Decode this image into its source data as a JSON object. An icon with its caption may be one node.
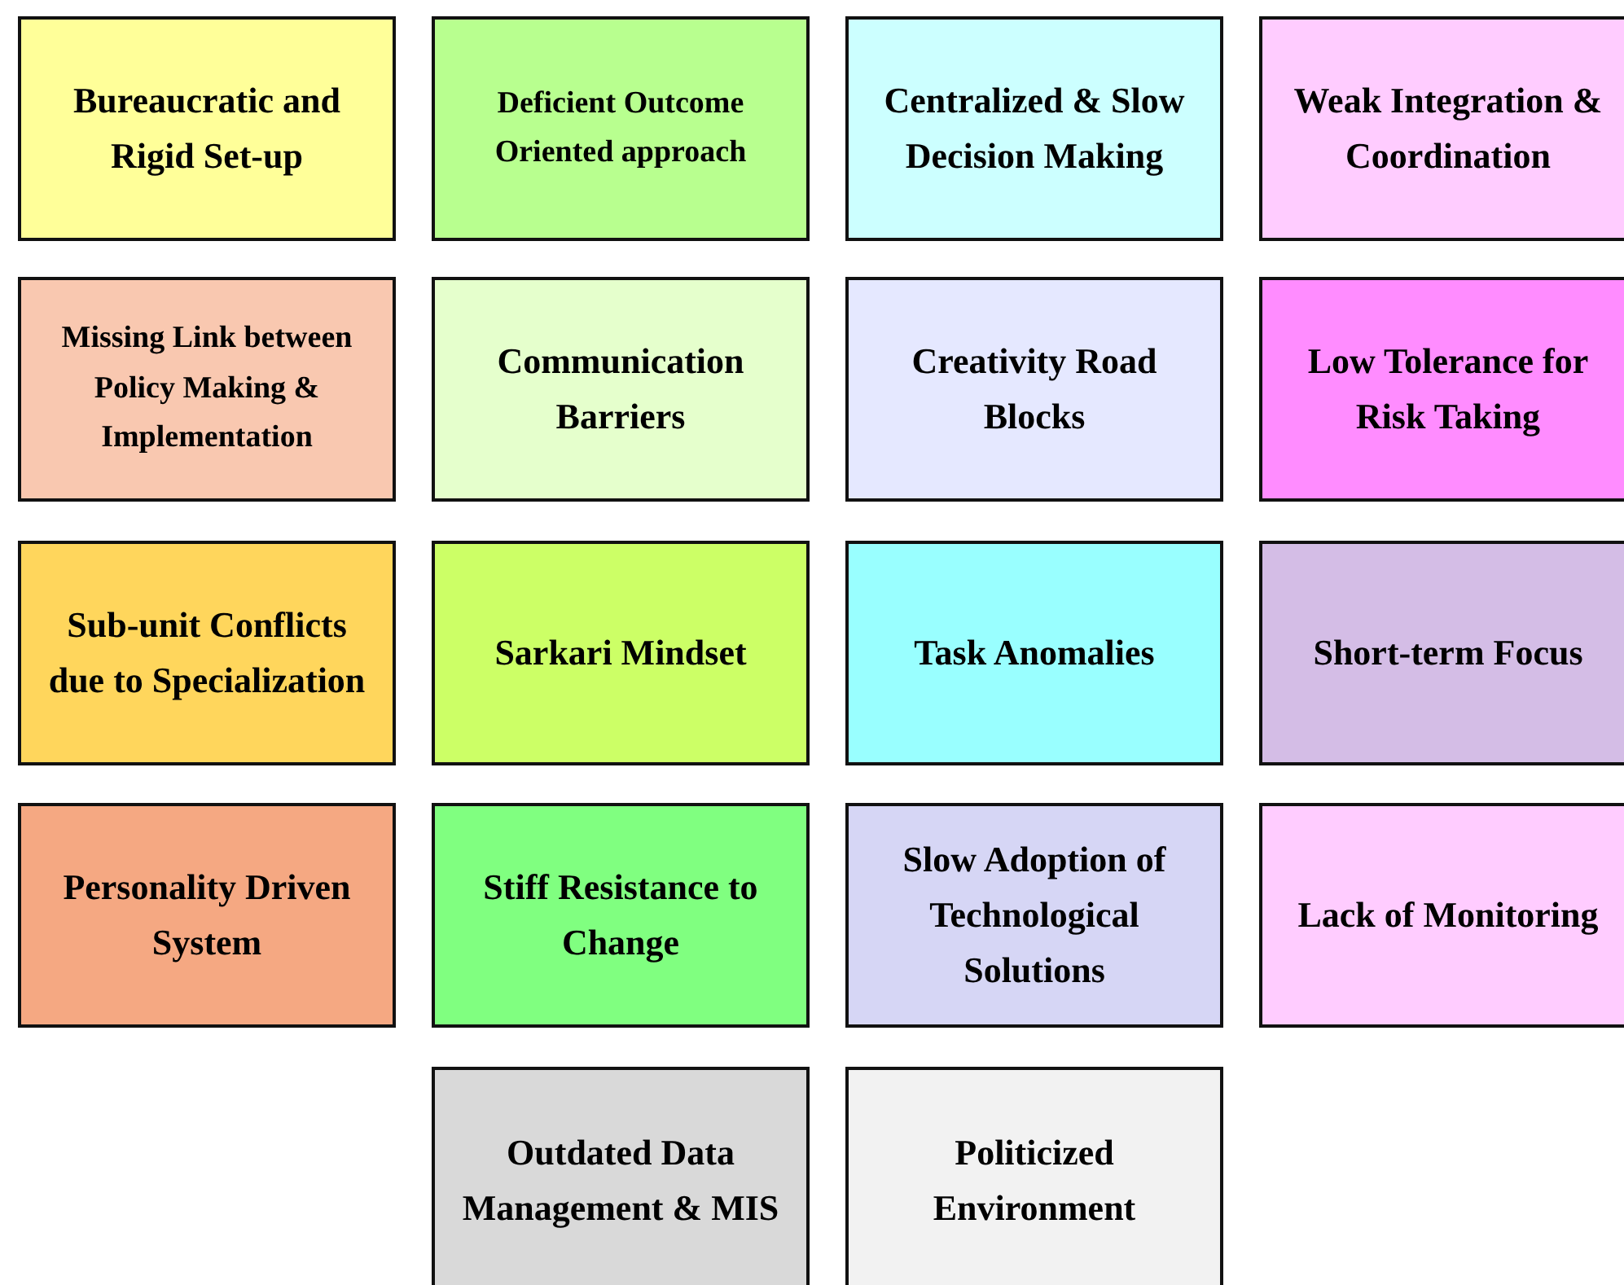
{
  "diagram": {
    "nodes": [
      {
        "text": [
          "Bureaucratic and Rigid Set-up"
        ]
      },
      {
        "text": [
          "Deficient Outcome Oriented approach"
        ]
      },
      {
        "text": [
          "Centralized & Slow Decision Making"
        ]
      },
      {
        "text": [
          "Weak Integration & Coordination"
        ]
      },
      {
        "text": [
          "Missing Link between Policy Making & Implementation"
        ]
      },
      {
        "text": [
          "Communication Barriers"
        ]
      },
      {
        "text": [
          "Creativity Road Blocks"
        ]
      },
      {
        "text": [
          "Low Tolerance for Risk Taking"
        ]
      },
      {
        "text": [
          "Sub-unit Conflicts due to Specialization"
        ]
      },
      {
        "text": [
          "Sarkari Mindset"
        ]
      },
      {
        "text": [
          "Task Anomalies"
        ]
      },
      {
        "text": [
          "Short-term Focus"
        ]
      },
      {
        "text": [
          "Personality Driven System"
        ]
      },
      {
        "text": [
          "Stiff Resistance to Change"
        ]
      },
      {
        "text": [
          "Slow Adoption of Technological Solutions"
        ]
      },
      {
        "text": [
          "Lack of Monitoring"
        ]
      },
      {
        "text": [
          "Outdated Data Management & MIS"
        ]
      },
      {
        "text": [
          "Politicized Environment"
        ]
      }
    ]
  }
}
